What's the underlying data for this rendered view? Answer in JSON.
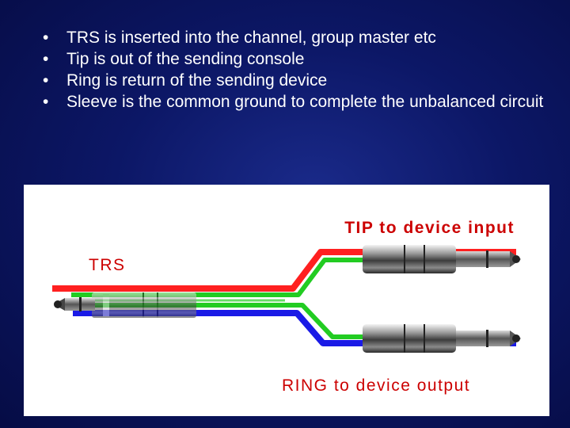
{
  "slide": {
    "bullets": [
      "TRS is inserted into the channel, group master etc",
      "Tip is out of the sending console",
      "Ring is return of the sending device",
      "Sleeve is the common ground to complete the unbalanced circuit"
    ],
    "bullet_glyph": "•"
  },
  "diagram": {
    "tip_label": "TIP to device input",
    "trs_label": "TRS",
    "ring_label": "RING to device output",
    "colors": {
      "tip": "#ff2020",
      "ring": "#22cc22",
      "sleeve": "#1a1ae6",
      "label": "#cc0000",
      "background": "#0c1766"
    }
  }
}
